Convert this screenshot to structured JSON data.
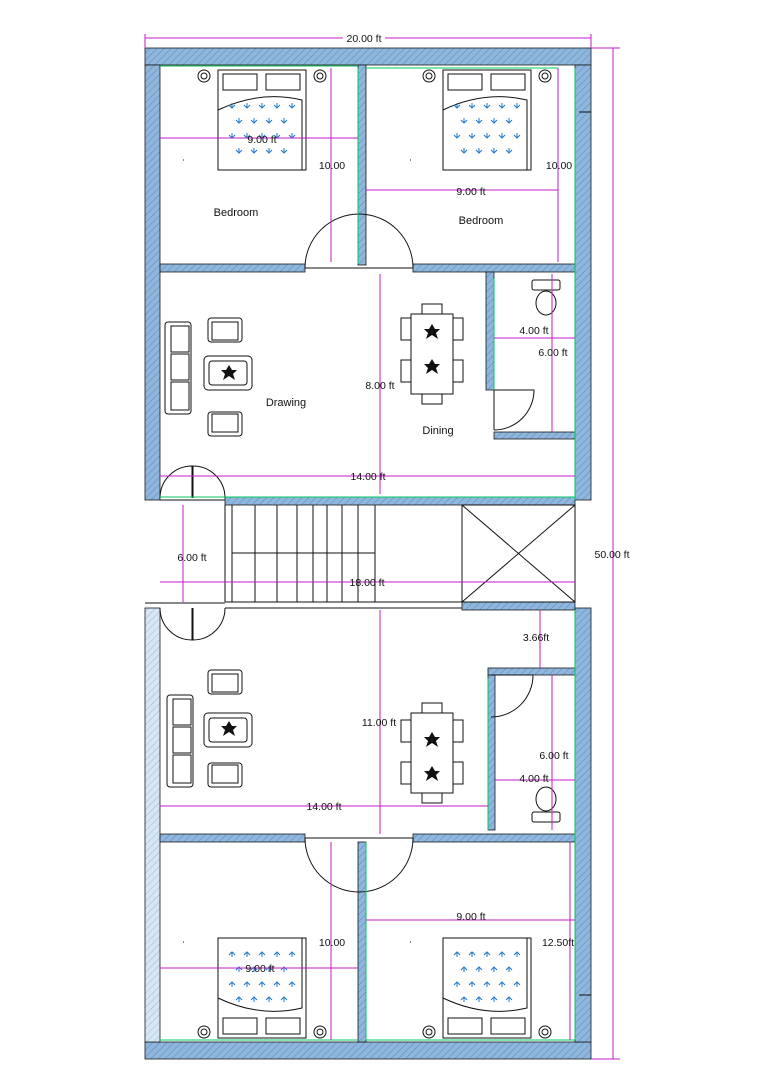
{
  "colors": {
    "wall_fill": "#8fb6dc",
    "dimension_line": "#c21cc8",
    "green_line": "#00c85a",
    "bed_pattern": "#1e78c8"
  },
  "overall": {
    "width_label": "20.00 ft",
    "length_label": "50.00 ft"
  },
  "rooms": {
    "bedroom_top_left": {
      "name": "Bedroom",
      "width": "9.00 ft",
      "depth": "10.00"
    },
    "bedroom_top_right": {
      "name": "Bedroom",
      "width": "9.00 ft",
      "depth": "10.00"
    },
    "drawing_top": {
      "name": "Drawing",
      "width": "14.00 ft"
    },
    "dining_top": {
      "name": "Dining",
      "depth": "8.00 ft"
    },
    "toilet_top": {
      "width": "4.00 ft",
      "depth": "6.00 ft"
    },
    "stair_lobby": {
      "depth": "6.00 ft",
      "width": "18.00 ft"
    },
    "hall_bottom": {
      "width": "14.00 ft",
      "depth": "11.00 ft",
      "door_offset": "3.66ft"
    },
    "toilet_bottom": {
      "width": "4.00 ft",
      "depth": "6.00 ft"
    },
    "bedroom_bottom_left": {
      "width": "9.00 ft",
      "depth": "10.00"
    },
    "bedroom_bottom_right": {
      "width": "9.00 ft",
      "depth": "12.50ft"
    }
  }
}
